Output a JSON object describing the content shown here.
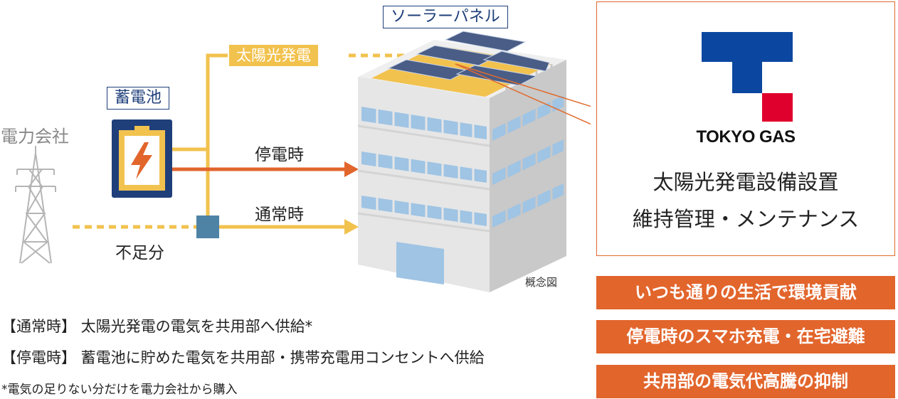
{
  "labels": {
    "solar_panel": "ソーラーパネル",
    "solar_power": "太陽光発電",
    "battery": "蓄電池",
    "power_company": "電力会社",
    "outage": "停電時",
    "normal": "通常時",
    "shortage": "不足分",
    "concept": "概念図"
  },
  "tokyo_gas": {
    "name": "TOKYO GAS",
    "desc_line1": "太陽光発電設備設置",
    "desc_line2": "維持管理・メンテナンス"
  },
  "benefits": [
    "いつも通りの生活で環境貢献",
    "停電時のスマホ充電・在宅避難",
    "共用部の電気代高騰の抑制"
  ],
  "notes": [
    "【通常時】 太陽光発電の電気を共用部へ供給*",
    "【停電時】 蓄電池に貯めた電気を共用部・携帯充電用コンセントへ供給",
    "*電気の足りない分だけを電力会社から購入"
  ],
  "colors": {
    "navy": "#1f3f7a",
    "yellow": "#f2c24e",
    "orange": "#e2652c",
    "tg_blue": "#0b47a0",
    "tg_red": "#e0002d",
    "window_blue": "#9fc4e4"
  }
}
